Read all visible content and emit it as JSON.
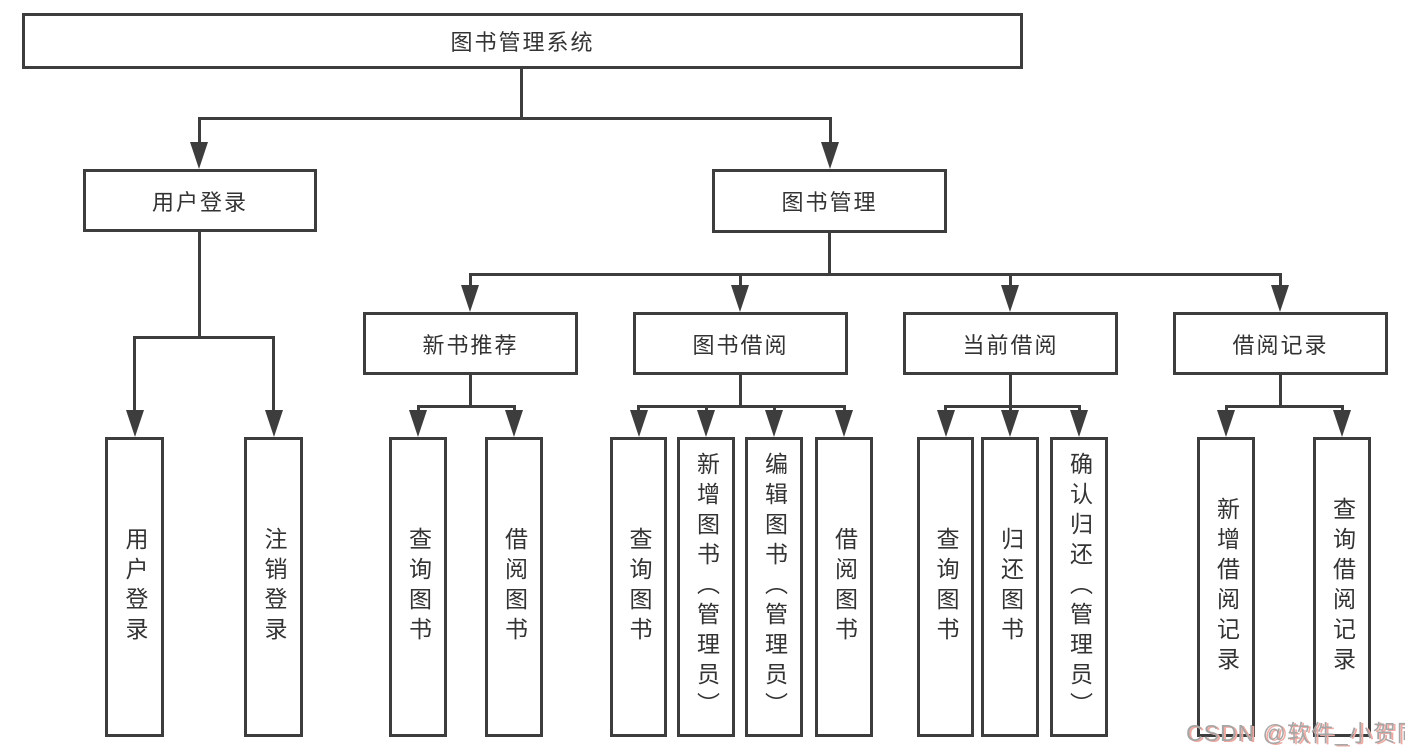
{
  "colors": {
    "line": "#3d3d3d",
    "text": "#333333",
    "bg": "#ffffff",
    "watermark": "#a6a6a6",
    "watermark_shadow": "#eeaaa2"
  },
  "tree": {
    "label": "图书管理系统",
    "children": [
      {
        "label": "用户登录",
        "children": [
          {
            "label": "用户登录"
          },
          {
            "label": "注销登录"
          }
        ]
      },
      {
        "label": "图书管理",
        "children": [
          {
            "label": "新书推荐",
            "children": [
              {
                "label": "查询图书"
              },
              {
                "label": "借阅图书"
              }
            ]
          },
          {
            "label": "图书借阅",
            "children": [
              {
                "label": "查询图书"
              },
              {
                "label": "新增图书（管理员）"
              },
              {
                "label": "编辑图书（管理员）"
              },
              {
                "label": "借阅图书"
              }
            ]
          },
          {
            "label": "当前借阅",
            "children": [
              {
                "label": "查询图书"
              },
              {
                "label": "归还图书"
              },
              {
                "label": "确认归还（管理员）"
              }
            ]
          },
          {
            "label": "借阅记录",
            "children": [
              {
                "label": "新增借阅记录"
              },
              {
                "label": "查询借阅记录"
              }
            ]
          }
        ]
      }
    ]
  },
  "watermark": {
    "text": "CSDN @软件_小贺同学"
  }
}
